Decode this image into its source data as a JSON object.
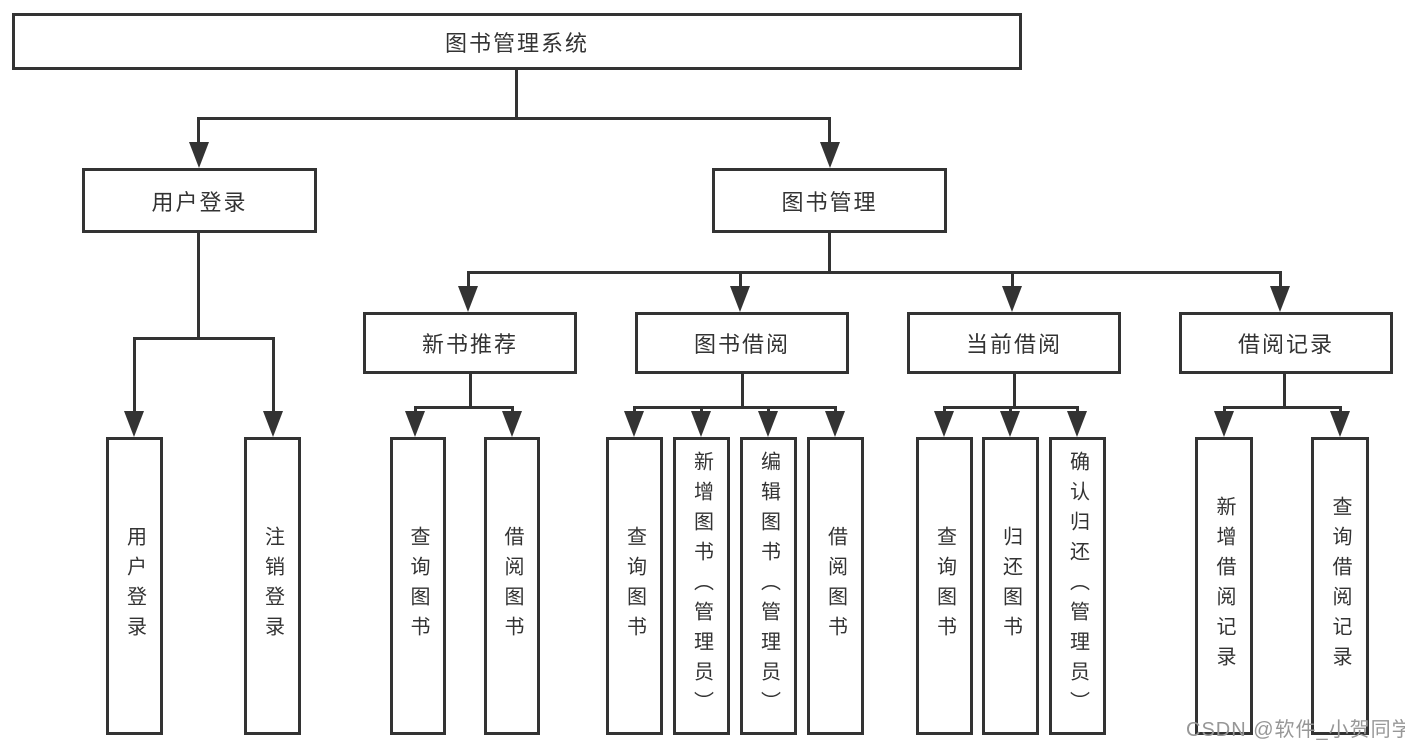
{
  "diagram": {
    "type": "tree-diagram",
    "colors": {
      "line": "#333333",
      "text": "#333333",
      "box_background": "#ffffff",
      "page_background": "#ffffff",
      "watermark": "#979797"
    },
    "tree": {
      "root": {
        "label": "图书管理系统"
      },
      "branches": [
        {
          "label": "用户登录",
          "children": [
            {
              "label": "用户登录"
            },
            {
              "label": "注销登录"
            }
          ]
        },
        {
          "label": "图书管理",
          "children": [
            {
              "label": "新书推荐",
              "children": [
                {
                  "label": "查询图书"
                },
                {
                  "label": "借阅图书"
                }
              ]
            },
            {
              "label": "图书借阅",
              "children": [
                {
                  "label": "查询图书"
                },
                {
                  "label": "新增图书（管理员）"
                },
                {
                  "label": "编辑图书（管理员）"
                },
                {
                  "label": "借阅图书"
                }
              ]
            },
            {
              "label": "当前借阅",
              "children": [
                {
                  "label": "查询图书"
                },
                {
                  "label": "归还图书"
                },
                {
                  "label": "确认归还（管理员）"
                }
              ]
            },
            {
              "label": "借阅记录",
              "children": [
                {
                  "label": "新增借阅记录"
                },
                {
                  "label": "查询借阅记录"
                }
              ]
            }
          ]
        }
      ]
    },
    "watermark": {
      "text": "CSDN @软件_小贺同学"
    }
  }
}
